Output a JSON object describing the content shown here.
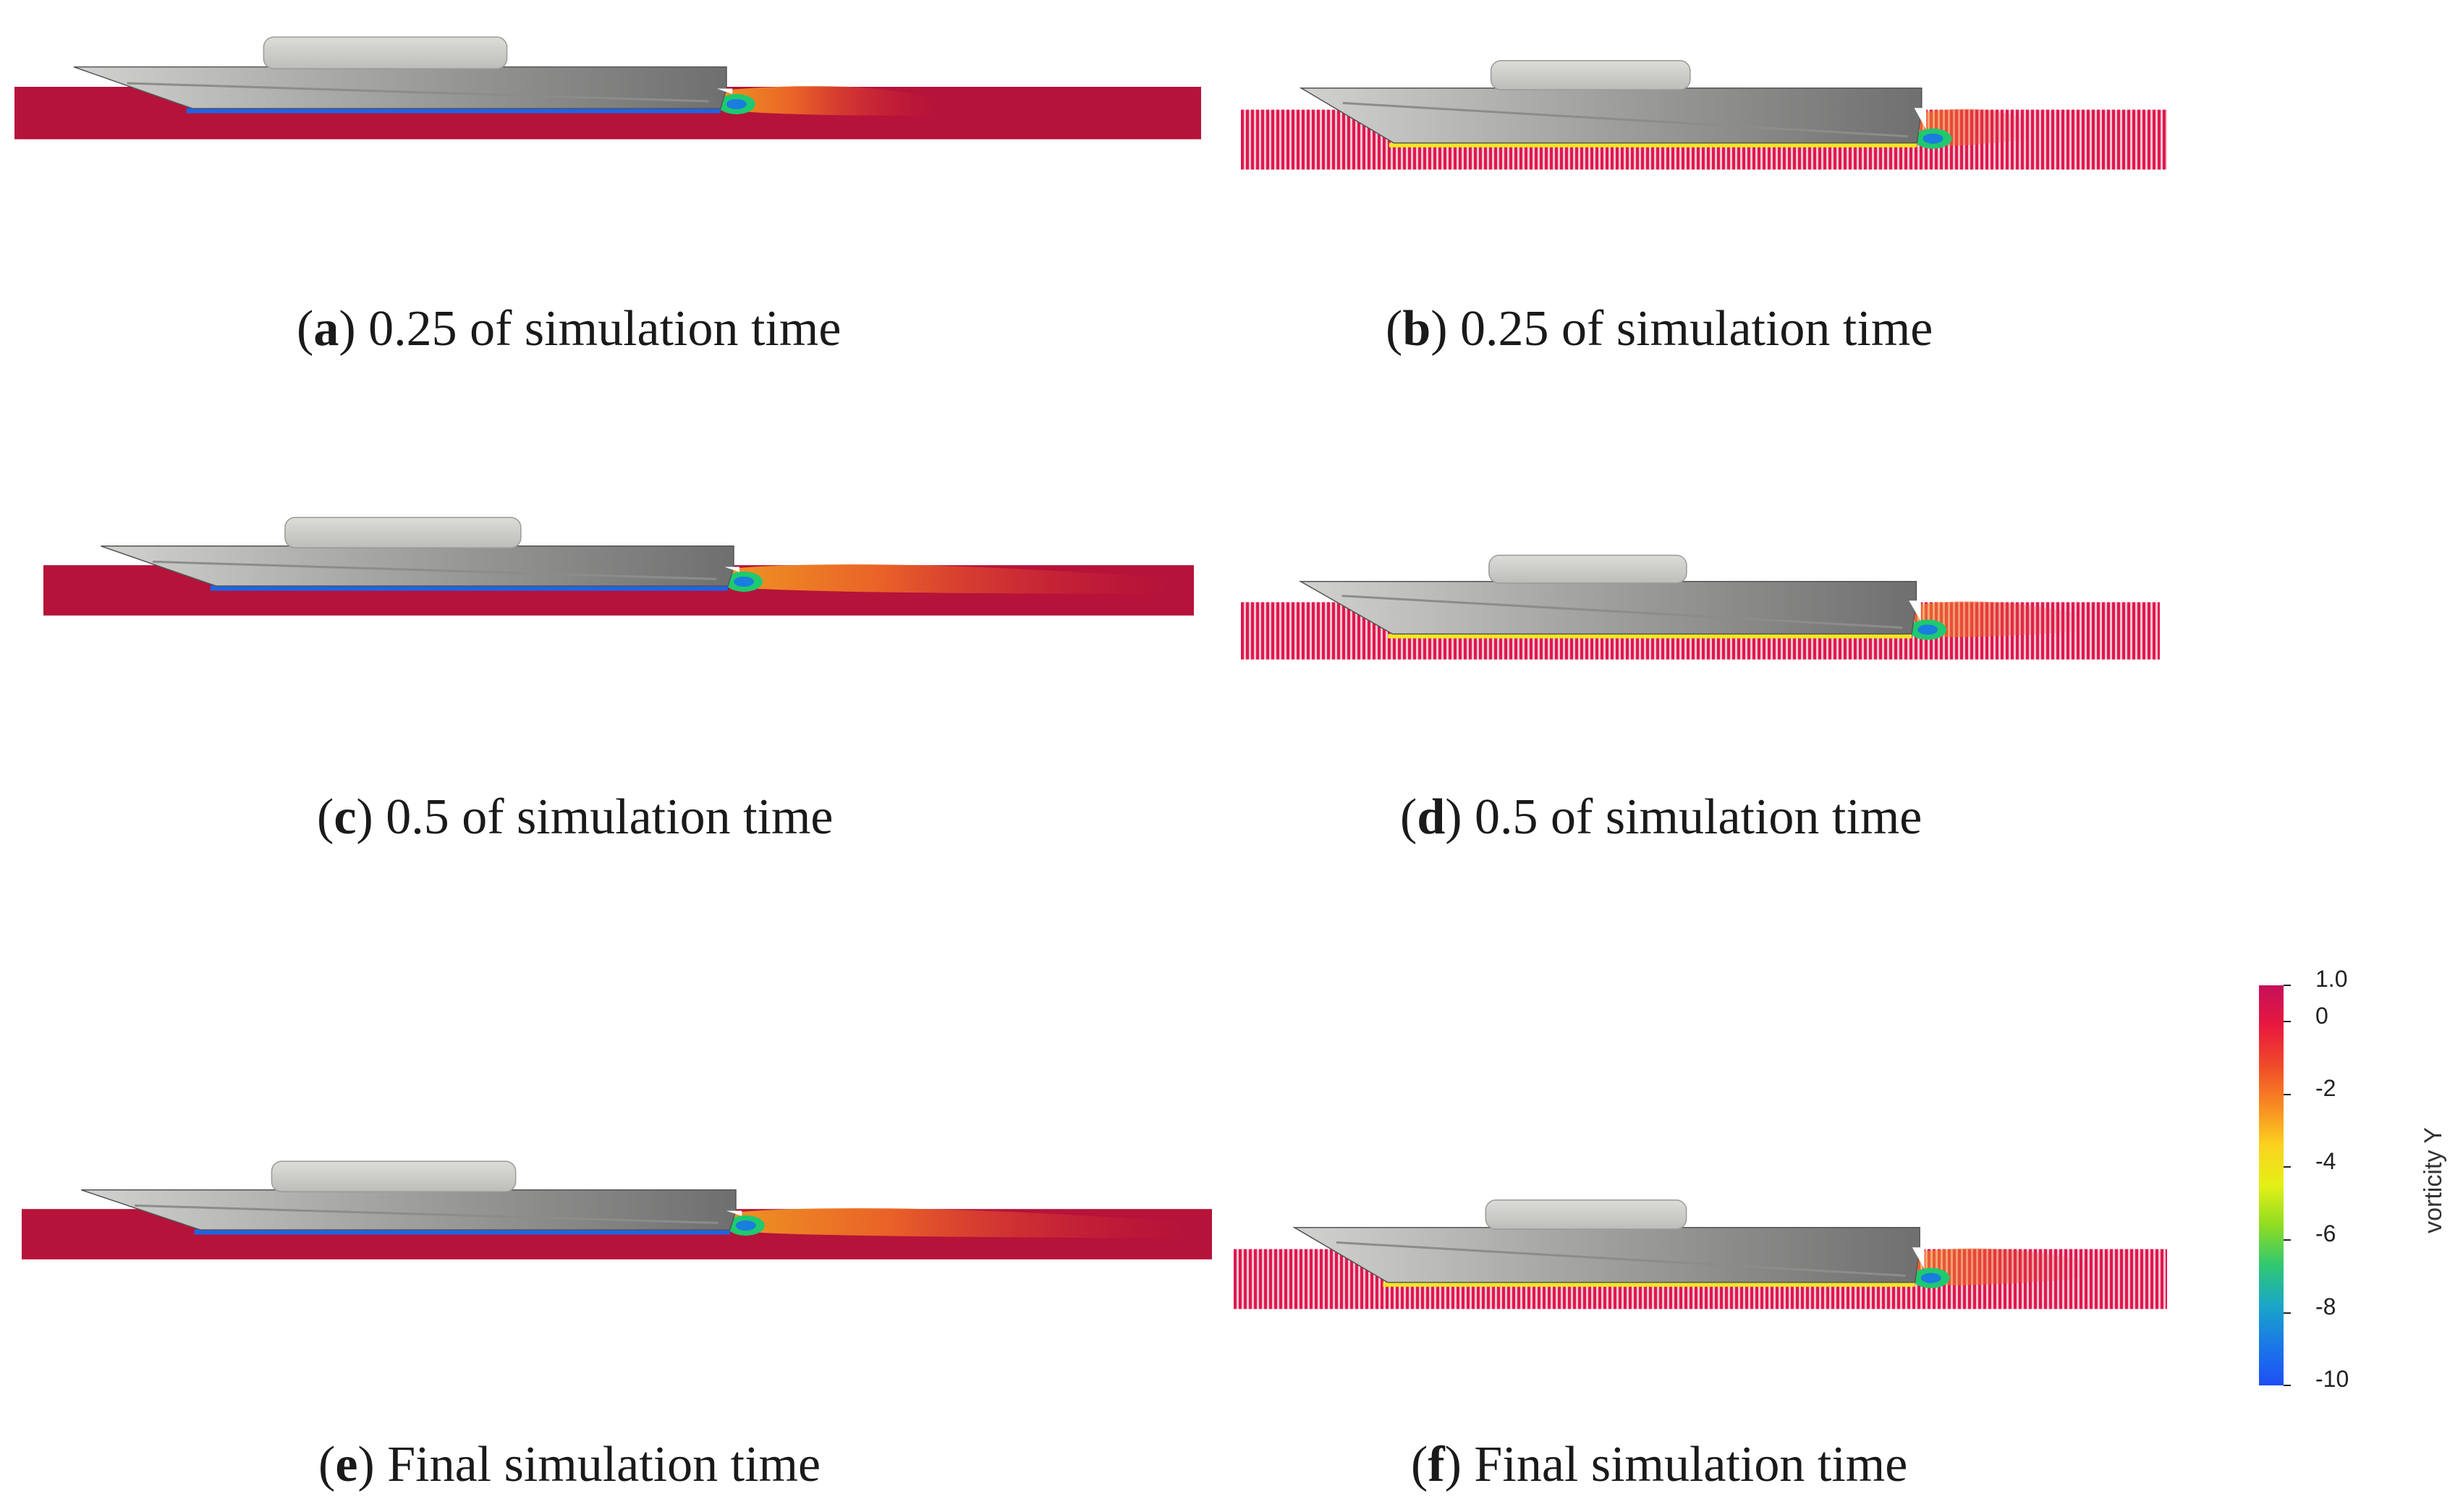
{
  "figure": {
    "panels": [
      {
        "id": "a",
        "letter": "a",
        "caption_rest": ") 0.25 of simulation time",
        "style": "smooth",
        "wake": "short"
      },
      {
        "id": "b",
        "letter": "b",
        "caption_rest": ") 0.25 of simulation time",
        "style": "striped",
        "wake": "short"
      },
      {
        "id": "c",
        "letter": "c",
        "caption_rest": ") 0.5 of simulation time",
        "style": "smooth",
        "wake": "long"
      },
      {
        "id": "d",
        "letter": "d",
        "caption_rest": ") 0.5 of simulation time",
        "style": "striped",
        "wake": "medium"
      },
      {
        "id": "e",
        "letter": "e",
        "caption_rest": ") Final simulation time",
        "style": "smooth",
        "wake": "long"
      },
      {
        "id": "f",
        "letter": "f",
        "caption_rest": ") Final simulation time",
        "style": "striped",
        "wake": "medium"
      }
    ],
    "colorbar": {
      "title": "vorticity Y",
      "range": [
        -10,
        1.0
      ],
      "ticks": [
        "1.0",
        "0",
        "-2",
        "-4",
        "-6",
        "-8",
        "-10"
      ],
      "colors": [
        "#c5105a",
        "#e8183f",
        "#f04a2a",
        "#f88a22",
        "#fbd21e",
        "#e4f016",
        "#8fdc22",
        "#2fc872",
        "#1aa6c8",
        "#1a78e8",
        "#1f4ff5"
      ]
    },
    "palette": {
      "water": "#b5133a",
      "hull_light": "#d2d2d0",
      "hull_mid": "#a8a8a6",
      "hull_dark": "#6f6f6f",
      "deckhouse": "#cfcfcb"
    }
  }
}
